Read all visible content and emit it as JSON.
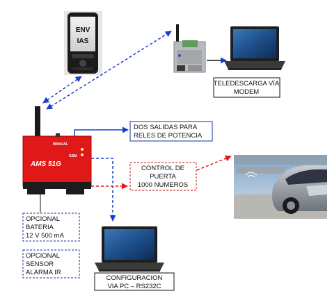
{
  "phone": {
    "screen_line1": "ENV",
    "screen_line2": "IAS"
  },
  "device": {
    "name": "AMS 51G",
    "label_manual": "MANUAL",
    "label_gsm": "GSM"
  },
  "labels": {
    "teledescarga": [
      "TELEDESCARGA VÍA",
      "MODEM"
    ],
    "salidas": [
      "DOS SALIDAS PARA",
      "RELES DE POTENCIA"
    ],
    "control": [
      "CONTROL DE",
      "PUERTA",
      "1000 NUMEROS"
    ],
    "bateria": [
      "OPCIONAL",
      "BATERIA",
      "12 V 500 mA"
    ],
    "sensor": [
      "OPCIONAL",
      "SENSOR",
      "ALARMA  IR"
    ],
    "configuracion": [
      "CONFIGURACION",
      "VIA PC – RS232C"
    ]
  },
  "colors": {
    "device_red": "#e01818",
    "blue_line": "#1a3fd0",
    "red_line": "#e01818",
    "label_border_blue": "#1a2f9a",
    "label_border_red": "#c01010"
  },
  "icons": {
    "phone": "mobile-phone-icon",
    "modem": "gsm-modem-icon",
    "laptop_top": "laptop-icon",
    "laptop_bottom": "laptop-icon",
    "car": "car-photo",
    "device": "ams51g-device"
  }
}
